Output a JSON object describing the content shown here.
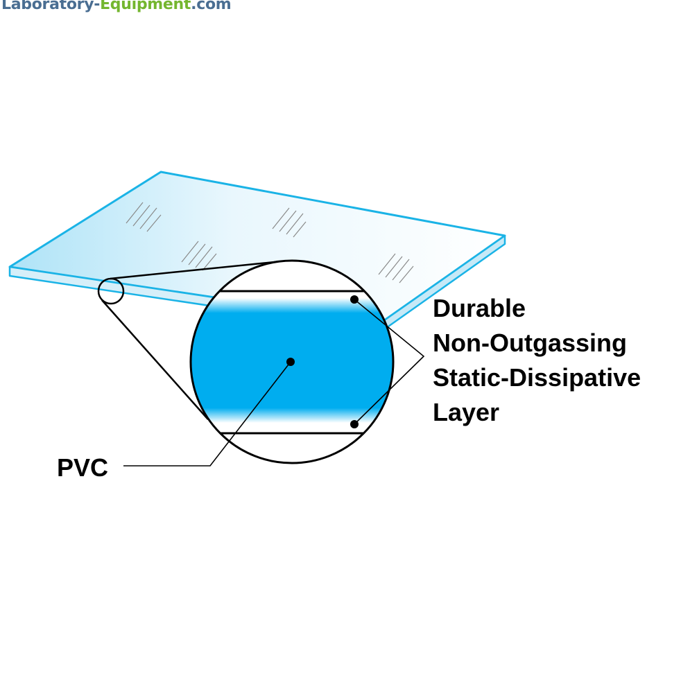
{
  "brand": {
    "part1": "Laboratory-",
    "part2": "Equipment",
    "part3": ".com",
    "colors": {
      "primary": "#4a6e92",
      "accent": "#74b62f"
    }
  },
  "labels": {
    "layer_lines": [
      "Durable",
      "Non-Outgassing",
      "Static-Dissipative",
      "Layer"
    ],
    "core": "PVC"
  },
  "colors": {
    "sheet_edge": "#1ab3e6",
    "layer_fill": "#00adef",
    "outline": "#000000"
  }
}
